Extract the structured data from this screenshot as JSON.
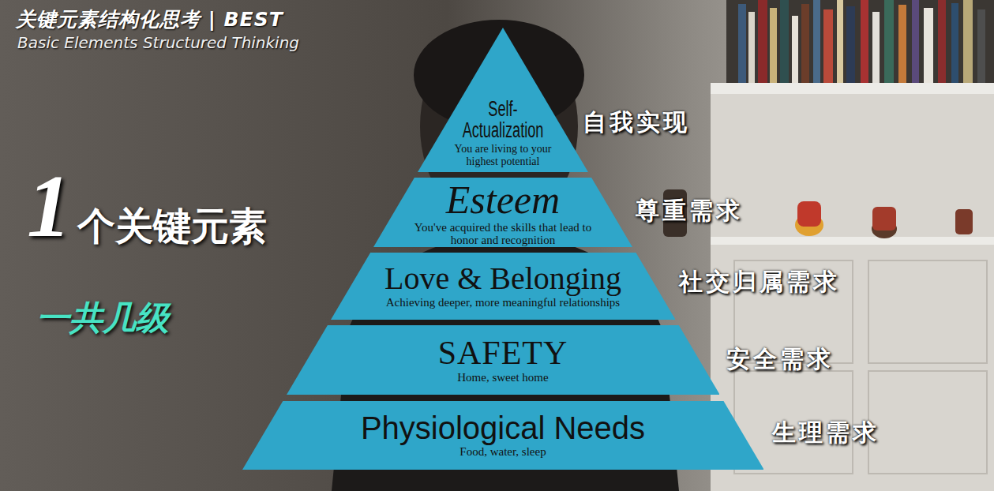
{
  "diagram": {
    "title": "关键元素结构化思考 | BEST",
    "nodes": [
      {
        "text": [
          "Self- Actualization",
          "You are living to your highest potential",
          "自我实现"
        ]
      },
      {
        "text": [
          "Esteem",
          "You've acquired the skills that lead to honor and recognition",
          "尊重需求"
        ]
      },
      {
        "text": [
          "Love & Belonging",
          "Achieving deeper, more meaningful relationships",
          "社交归属需求"
        ]
      },
      {
        "text": [
          "SAFETY",
          "Home, sweet home",
          "安全需求"
        ]
      },
      {
        "text": [
          "Physiological Needs",
          "Food, water, sleep",
          "生理需求"
        ]
      }
    ],
    "labels": [
      "Basic Elements Structured Thinking",
      "1",
      "个关键元素",
      "一共几级"
    ]
  }
}
